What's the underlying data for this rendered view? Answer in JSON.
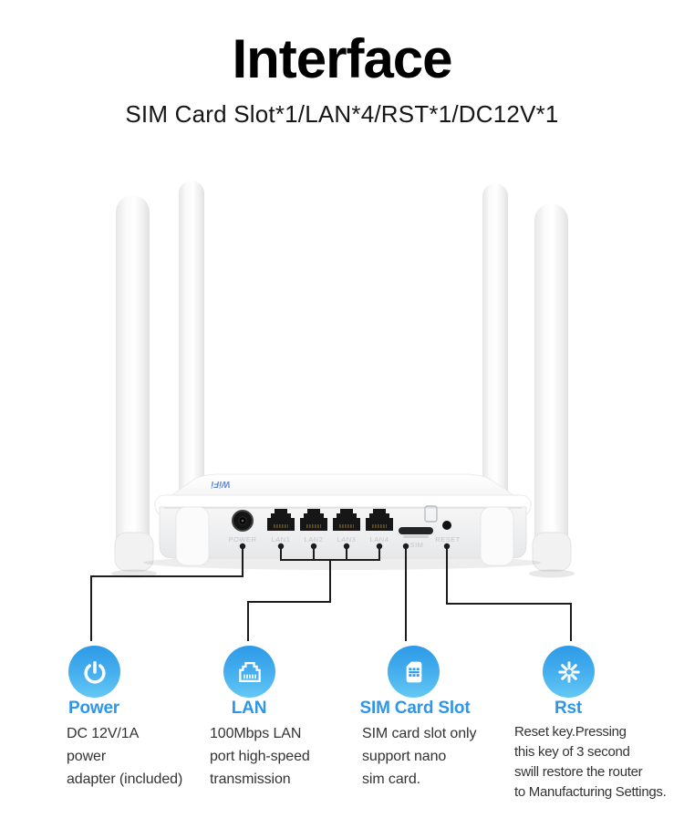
{
  "header": {
    "title": "Interface",
    "subtitle": "SIM Card Slot*1/LAN*4/RST*1/DC12V*1"
  },
  "router": {
    "brand_logo": "WiFi",
    "port_labels": {
      "power": "POWER",
      "lan1": "LAN1",
      "lan2": "LAN2",
      "lan3": "LAN3",
      "lan4": "LAN4",
      "sim": "SIM",
      "reset": "RESET"
    }
  },
  "features": [
    {
      "icon": "power-icon",
      "title": "Power",
      "desc_lines": [
        "DC 12V/1A",
        "power",
        "adapter (included)"
      ]
    },
    {
      "icon": "lan-port-icon",
      "title": "LAN",
      "desc_lines": [
        "100Mbps LAN",
        "port high-speed",
        "transmission"
      ]
    },
    {
      "icon": "sim-card-icon",
      "title": "SIM Card Slot",
      "desc_lines": [
        "SIM card slot only",
        "support nano",
        "sim card."
      ]
    },
    {
      "icon": "reset-icon",
      "title": "Rst",
      "desc_lines": [
        "Reset key.Pressing",
        "this key of 3 second",
        "swill restore the router",
        "to Manufacturing Settings."
      ]
    }
  ],
  "colors": {
    "accent_blue": "#2d96e8",
    "icon_gradient_top": "#2e9ae8",
    "icon_gradient_bottom": "#64c8f4",
    "body_text": "#333333",
    "callout_line": "#1c1c1c",
    "port_label_gray": "#c3c6ca"
  }
}
